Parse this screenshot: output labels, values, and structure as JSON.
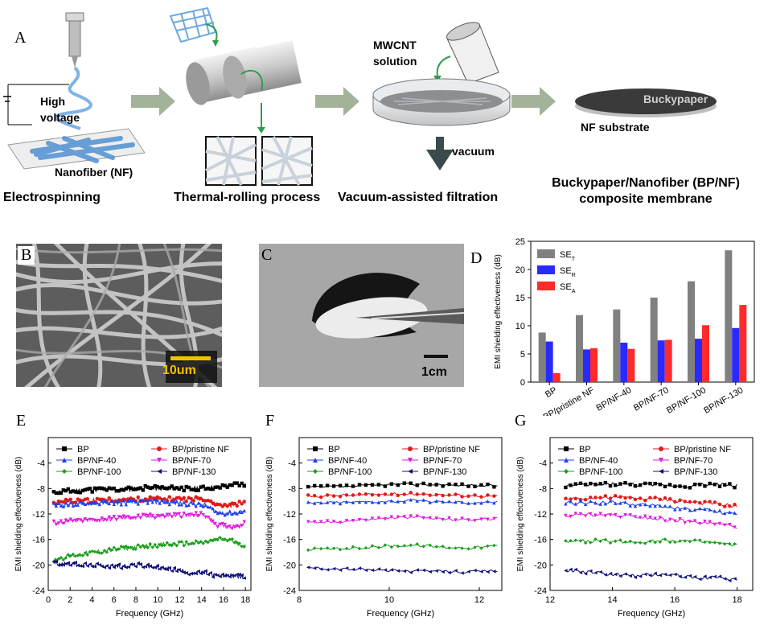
{
  "panel_labels": {
    "A": "A",
    "B": "B",
    "C": "C",
    "D": "D",
    "E": "E",
    "F": "F",
    "G": "G"
  },
  "schematic": {
    "high_voltage": "High\nvoltage",
    "nanofiber": "Nanofiber (NF)",
    "mwcnt": "MWCNT\nsolution",
    "vacuum": "vacuum",
    "buckypaper": "Buckypaper",
    "nf_substrate": "NF substrate",
    "steps": [
      "Electrospinning",
      "Thermal-rolling process",
      "Vacuum-assisted filtration",
      "Buckypaper/Nanofiber (BP/NF)\ncomposite membrane"
    ]
  },
  "sem": {
    "scale": "10um"
  },
  "photo": {
    "scale": "1cm"
  },
  "chart_data": [
    {
      "id": "D",
      "type": "bar",
      "ylabel": "EMI shielding effectiveness (dB)",
      "ylim": [
        0,
        25
      ],
      "yticks": [
        0,
        5,
        10,
        15,
        20,
        25
      ],
      "categories": [
        "BP",
        "BP/pristine NF",
        "BP/NF-40",
        "BP/NF-70",
        "BP/NF-100",
        "BP/NF-130"
      ],
      "series": [
        {
          "name": "SE_T",
          "label_main": "SE",
          "label_sub": "T",
          "color": "#808080",
          "values": [
            8.8,
            11.9,
            12.9,
            15.0,
            17.9,
            23.4
          ]
        },
        {
          "name": "SE_R",
          "label_main": "SE",
          "label_sub": "R",
          "color": "#2a2aff",
          "values": [
            7.2,
            5.8,
            7.0,
            7.4,
            7.7,
            9.6
          ]
        },
        {
          "name": "SE_A",
          "label_main": "SE",
          "label_sub": "A",
          "color": "#ff2b2b",
          "values": [
            1.6,
            6.0,
            5.9,
            7.5,
            10.1,
            13.7
          ]
        }
      ],
      "legend_position": "top-left"
    },
    {
      "id": "E",
      "type": "line",
      "xlabel": "Frequency (GHz)",
      "ylabel": "EMI shielding effectiveness (dB)",
      "xlim": [
        0,
        18.5
      ],
      "ylim": [
        -24,
        0
      ],
      "xticks": [
        0,
        2,
        4,
        6,
        8,
        10,
        12,
        14,
        16,
        18
      ],
      "yticks": [
        -4,
        -8,
        -12,
        -16,
        -20,
        -24
      ],
      "x_start": 0.5,
      "x_end": 18,
      "points": 160,
      "jitter": 0.35,
      "series": [
        {
          "name": "BP",
          "color": "#000000",
          "marker": "square",
          "values": [
            -8.6,
            -8.4,
            -8.3,
            -8.2,
            -8.1,
            -8.2,
            -8.0,
            -7.9,
            -8.0,
            -7.9,
            -8.1,
            -7.8,
            -7.9,
            -7.4,
            -7.3
          ]
        },
        {
          "name": "BP/pristine NF",
          "color": "#e21a1a",
          "marker": "circle",
          "values": [
            -10.2,
            -10.0,
            -10.0,
            -9.9,
            -9.8,
            -9.8,
            -9.7,
            -9.6,
            -9.7,
            -9.6,
            -9.7,
            -9.5,
            -10.5,
            -10.6,
            -10.1
          ]
        },
        {
          "name": "BP/NF-40",
          "color": "#1f3fe8",
          "marker": "triangle-up",
          "values": [
            -10.6,
            -10.5,
            -10.4,
            -10.3,
            -10.2,
            -10.2,
            -10.1,
            -10.0,
            -10.1,
            -10.3,
            -10.4,
            -10.6,
            -11.8,
            -11.9,
            -11.5
          ]
        },
        {
          "name": "BP/NF-70",
          "color": "#e21ae0",
          "marker": "triangle-down",
          "values": [
            -13.4,
            -13.2,
            -13.0,
            -12.9,
            -12.8,
            -12.6,
            -12.5,
            -12.4,
            -12.3,
            -12.2,
            -12.2,
            -12.1,
            -13.8,
            -14.0,
            -13.5
          ]
        },
        {
          "name": "BP/NF-100",
          "color": "#1a9e1a",
          "marker": "diamond",
          "values": [
            -19.2,
            -18.7,
            -18.3,
            -18.0,
            -17.7,
            -17.4,
            -17.2,
            -17.0,
            -16.8,
            -16.7,
            -16.6,
            -16.5,
            -15.9,
            -16.2,
            -17.0
          ]
        },
        {
          "name": "BP/NF-130",
          "color": "#11117a",
          "marker": "triangle-left",
          "values": [
            -19.7,
            -19.8,
            -20.0,
            -20.1,
            -20.2,
            -20.2,
            -20.0,
            -20.3,
            -20.5,
            -20.8,
            -21.3,
            -21.2,
            -21.8,
            -21.6,
            -22.0
          ]
        }
      ]
    },
    {
      "id": "F",
      "type": "line",
      "xlabel": "Frequency (GHz)",
      "ylabel": "EMI shielding effectiveness (dB)",
      "xlim": [
        8,
        12.5
      ],
      "ylim": [
        -24,
        0
      ],
      "xticks": [
        8,
        10,
        12
      ],
      "yticks": [
        -4,
        -8,
        -12,
        -16,
        -20,
        -24
      ],
      "x_start": 8.2,
      "x_end": 12.4,
      "points": 60,
      "jitter": 0.22,
      "series": [
        {
          "name": "BP",
          "color": "#000000",
          "marker": "square",
          "values": [
            -7.8,
            -7.7,
            -7.6,
            -7.4,
            -7.3,
            -7.4,
            -7.5,
            -7.6
          ]
        },
        {
          "name": "BP/pristine NF",
          "color": "#e21a1a",
          "marker": "circle",
          "values": [
            -9.2,
            -9.1,
            -9.0,
            -8.9,
            -8.8,
            -9.0,
            -9.1,
            -9.2
          ]
        },
        {
          "name": "BP/NF-40",
          "color": "#1f3fe8",
          "marker": "triangle-up",
          "values": [
            -10.3,
            -10.2,
            -10.1,
            -10.0,
            -9.9,
            -10.1,
            -10.2,
            -10.1
          ]
        },
        {
          "name": "BP/NF-70",
          "color": "#e21ae0",
          "marker": "triangle-down",
          "values": [
            -13.4,
            -13.2,
            -12.9,
            -12.6,
            -12.5,
            -12.8,
            -12.9,
            -12.7
          ]
        },
        {
          "name": "BP/NF-100",
          "color": "#1a9e1a",
          "marker": "diamond",
          "values": [
            -17.6,
            -17.5,
            -17.3,
            -17.0,
            -16.9,
            -17.2,
            -17.3,
            -17.0
          ]
        },
        {
          "name": "BP/NF-130",
          "color": "#11117a",
          "marker": "triangle-left",
          "values": [
            -20.4,
            -20.6,
            -20.7,
            -20.9,
            -21.0,
            -21.0,
            -21.1,
            -20.9
          ]
        }
      ]
    },
    {
      "id": "G",
      "type": "line",
      "xlabel": "Frequency (GHz)",
      "ylabel": "EMI shielding effectiveness (dB)",
      "xlim": [
        12,
        18.5
      ],
      "ylim": [
        -24,
        0
      ],
      "xticks": [
        12,
        14,
        16,
        18
      ],
      "yticks": [
        -4,
        -8,
        -12,
        -16,
        -20,
        -24
      ],
      "x_start": 12.5,
      "x_end": 18,
      "points": 70,
      "jitter": 0.3,
      "series": [
        {
          "name": "BP",
          "color": "#000000",
          "marker": "square",
          "values": [
            -7.6,
            -7.4,
            -7.3,
            -7.4,
            -7.5,
            -7.6,
            -7.3,
            -7.6
          ]
        },
        {
          "name": "BP/pristine NF",
          "color": "#e21a1a",
          "marker": "circle",
          "values": [
            -9.6,
            -9.5,
            -9.4,
            -9.6,
            -9.7,
            -10.1,
            -10.4,
            -10.8
          ]
        },
        {
          "name": "BP/NF-40",
          "color": "#1f3fe8",
          "marker": "triangle-up",
          "values": [
            -10.3,
            -10.2,
            -10.2,
            -10.6,
            -10.8,
            -11.3,
            -11.5,
            -12.1
          ]
        },
        {
          "name": "BP/NF-70",
          "color": "#e21ae0",
          "marker": "triangle-down",
          "values": [
            -12.3,
            -12.1,
            -12.2,
            -12.4,
            -12.8,
            -13.2,
            -13.5,
            -14.0
          ]
        },
        {
          "name": "BP/NF-100",
          "color": "#1a9e1a",
          "marker": "diamond",
          "values": [
            -16.5,
            -16.2,
            -16.3,
            -16.4,
            -16.1,
            -16.3,
            -16.5,
            -17.0
          ]
        },
        {
          "name": "BP/NF-130",
          "color": "#11117a",
          "marker": "triangle-left",
          "values": [
            -20.8,
            -21.2,
            -21.5,
            -21.8,
            -21.4,
            -21.9,
            -22.0,
            -22.3
          ]
        }
      ]
    }
  ]
}
